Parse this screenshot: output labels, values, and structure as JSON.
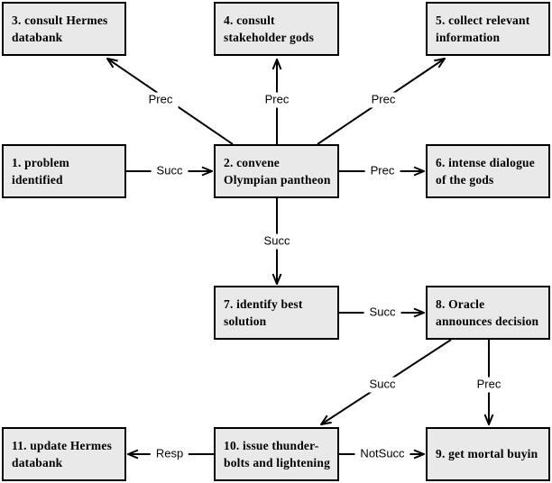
{
  "diagram": {
    "nodes": [
      {
        "id": "1",
        "label": "1. problem\nidentified"
      },
      {
        "id": "2",
        "label": "2. convene\nOlympian pantheon"
      },
      {
        "id": "3",
        "label": "3. consult Hermes\ndatabank"
      },
      {
        "id": "4",
        "label": "4. consult\nstakeholder gods"
      },
      {
        "id": "5",
        "label": "5. collect relevant\ninformation"
      },
      {
        "id": "6",
        "label": "6. intense dialogue\nof the gods"
      },
      {
        "id": "7",
        "label": "7. identify best\nsolution"
      },
      {
        "id": "8",
        "label": "8. Oracle\nannounces decision"
      },
      {
        "id": "9",
        "label": "9. get mortal buyin"
      },
      {
        "id": "10",
        "label": "10. issue thunder-\nbolts and lightening"
      },
      {
        "id": "11",
        "label": "11. update Hermes\ndatabank"
      }
    ],
    "edges": [
      {
        "from": "1",
        "to": "2",
        "label": "Succ"
      },
      {
        "from": "2",
        "to": "3",
        "label": "Prec"
      },
      {
        "from": "2",
        "to": "4",
        "label": "Prec"
      },
      {
        "from": "2",
        "to": "5",
        "label": "Prec"
      },
      {
        "from": "2",
        "to": "6",
        "label": "Prec"
      },
      {
        "from": "2",
        "to": "7",
        "label": "Succ"
      },
      {
        "from": "7",
        "to": "8",
        "label": "Succ"
      },
      {
        "from": "8",
        "to": "10",
        "label": "Succ"
      },
      {
        "from": "8",
        "to": "9",
        "label": "Prec"
      },
      {
        "from": "10",
        "to": "9",
        "label": "NotSucc"
      },
      {
        "from": "10",
        "to": "11",
        "label": "Resp"
      }
    ],
    "colors": {
      "node_fill": "#e9e9e9",
      "node_border": "#000000",
      "edge_line": "#000000",
      "background": "#ffffff"
    }
  }
}
